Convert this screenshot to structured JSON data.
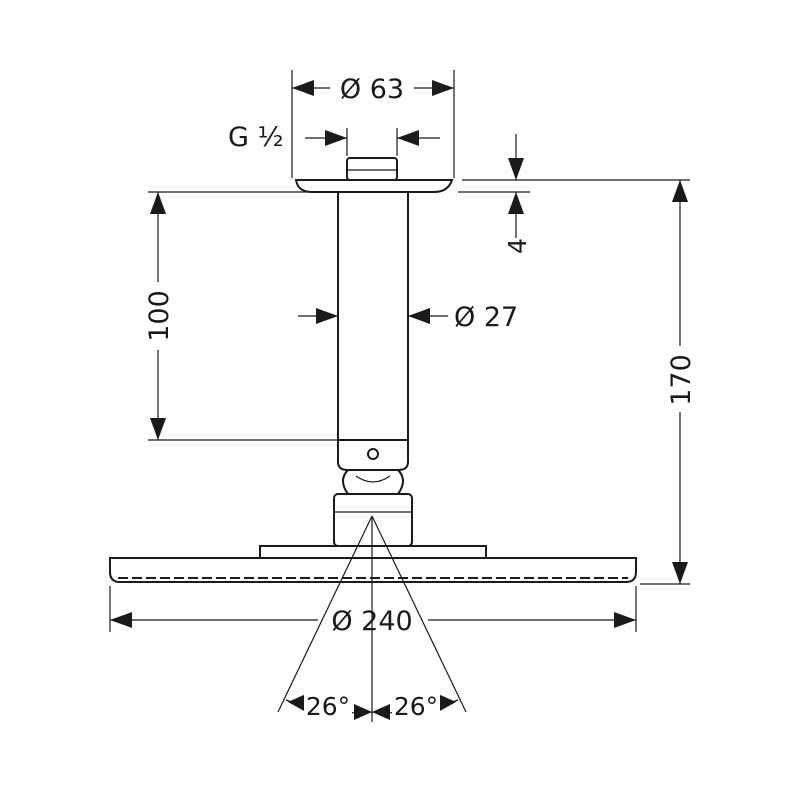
{
  "dimensions": {
    "flange_diameter": "Ø 63",
    "thread": "G ½",
    "flange_thickness": "4",
    "arm_length": "100",
    "arm_diameter": "Ø 27",
    "total_height": "170",
    "head_diameter": "Ø 240",
    "tilt_left": "26°",
    "tilt_right": "26°"
  },
  "colors": {
    "line": "#1a1a1a",
    "background": "#ffffff"
  }
}
